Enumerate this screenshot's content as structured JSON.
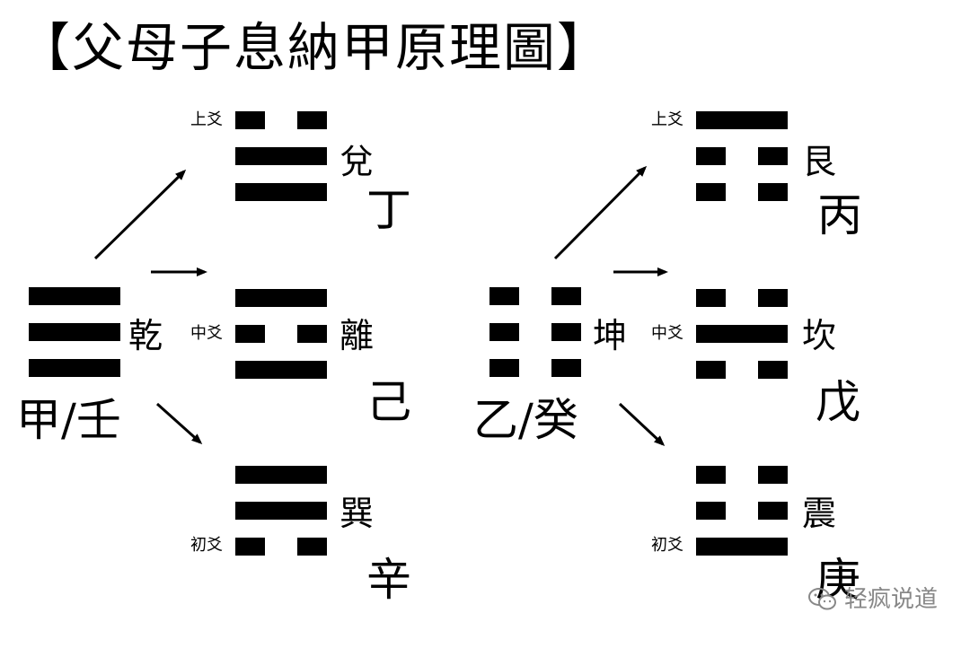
{
  "title": "【父母子息納甲原理圖】",
  "colors": {
    "ink": "#000000",
    "background": "#ffffff",
    "watermark": "#888888"
  },
  "groups": [
    {
      "parent": {
        "name": "乾",
        "stems": "甲/壬",
        "lines": [
          "yang",
          "yang",
          "yang"
        ]
      },
      "children": [
        {
          "name": "兌",
          "stem": "丁",
          "position_label": "上爻",
          "lines": [
            "yin",
            "yang",
            "yang"
          ]
        },
        {
          "name": "離",
          "stem": "己",
          "position_label": "中爻",
          "lines": [
            "yang",
            "yin",
            "yang"
          ]
        },
        {
          "name": "巽",
          "stem": "辛",
          "position_label": "初爻",
          "lines": [
            "yang",
            "yang",
            "yin"
          ]
        }
      ]
    },
    {
      "parent": {
        "name": "坤",
        "stems": "乙/癸",
        "lines": [
          "yin",
          "yin",
          "yin"
        ]
      },
      "children": [
        {
          "name": "艮",
          "stem": "丙",
          "position_label": "上爻",
          "lines": [
            "yang",
            "yin",
            "yin"
          ]
        },
        {
          "name": "坎",
          "stem": "戊",
          "position_label": "中爻",
          "lines": [
            "yin",
            "yang",
            "yin"
          ]
        },
        {
          "name": "震",
          "stem": "庚",
          "position_label": "初爻",
          "lines": [
            "yin",
            "yin",
            "yang"
          ]
        }
      ]
    }
  ],
  "watermark": {
    "icon": "wechat-icon",
    "text": "轻疯说道"
  }
}
